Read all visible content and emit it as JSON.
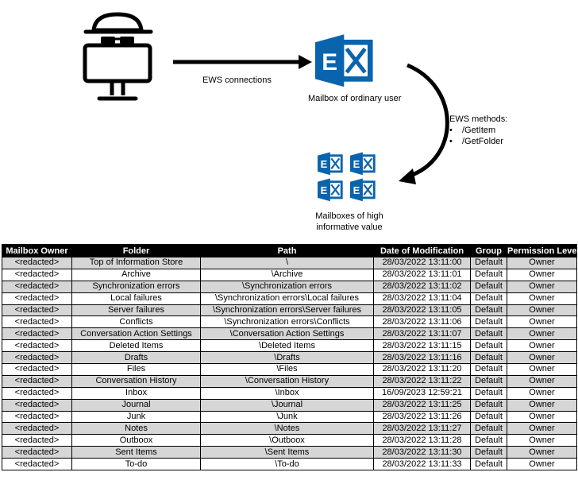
{
  "diagram": {
    "arrow1_label": "EWS connections",
    "mailbox_user_label": "Mailbox of ordinary user",
    "ews_methods_title": "EWS methods:",
    "ews_methods": [
      "/GetItem",
      "/GetFolder"
    ],
    "mailboxes_label_line1": "Mailboxes of high",
    "mailboxes_label_line2": "informative value",
    "exchange_color": "#0a64ad",
    "exchange_letter": "E"
  },
  "table": {
    "headers": [
      "Mailbox Owner",
      "Folder",
      "Path",
      "Date of Modification",
      "Group",
      "Permission Level"
    ],
    "rows": [
      [
        "<redacted>",
        "Top of Information Store",
        "\\",
        "28/03/2022 13:11:00",
        "Default",
        "Owner"
      ],
      [
        "<redacted>",
        "Archive",
        "\\Archive",
        "28/03/2022 13:11:01",
        "Default",
        "Owner"
      ],
      [
        "<redacted>",
        "Synchronization errors",
        "\\Synchronization errors",
        "28/03/2022 13:11:02",
        "Default",
        "Owner"
      ],
      [
        "<redacted>",
        "Local failures",
        "\\Synchronization errors\\Local failures",
        "28/03/2022 13:11:04",
        "Default",
        "Owner"
      ],
      [
        "<redacted>",
        "Server failures",
        "\\Synchronization errors\\Server failures",
        "28/03/2022 13:11:05",
        "Default",
        "Owner"
      ],
      [
        "<redacted>",
        "Conflicts",
        "\\Synchronization errors\\Conflicts",
        "28/03/2022 13:11:06",
        "Default",
        "Owner"
      ],
      [
        "<redacted>",
        "Conversation Action Settings",
        "\\Conversation Action Settings",
        "28/03/2022 13:11:07",
        "Default",
        "Owner"
      ],
      [
        "<redacted>",
        "Deleted Items",
        "\\Deleted Items",
        "28/03/2022 13:11:15",
        "Default",
        "Owner"
      ],
      [
        "<redacted>",
        "Drafts",
        "\\Drafts",
        "28/03/2022 13:11:16",
        "Default",
        "Owner"
      ],
      [
        "<redacted>",
        "Files",
        "\\Files",
        "28/03/2022 13:11:20",
        "Default",
        "Owner"
      ],
      [
        "<redacted>",
        "Conversation History",
        "\\Conversation History",
        "28/03/2022 13:11:22",
        "Default",
        "Owner"
      ],
      [
        "<redacted>",
        "Inbox",
        "\\Inbox",
        "16/09/2023 12:59:21",
        "Default",
        "Owner"
      ],
      [
        "<redacted>",
        "Journal",
        "\\Journal",
        "28/03/2022 13:11:25",
        "Default",
        "Owner"
      ],
      [
        "<redacted>",
        "Junk",
        "\\Junk",
        "28/03/2022 13:11:26",
        "Default",
        "Owner"
      ],
      [
        "<redacted>",
        "Notes",
        "\\Notes",
        "28/03/2022 13:11:27",
        "Default",
        "Owner"
      ],
      [
        "<redacted>",
        "Outboox",
        "\\Outboox",
        "28/03/2022 13:11:28",
        "Default",
        "Owner"
      ],
      [
        "<redacted>",
        "Sent Items",
        "\\Sent Items",
        "28/03/2022 13:11:30",
        "Default",
        "Owner"
      ],
      [
        "<redacted>",
        "To-do",
        "\\To-do",
        "28/03/2022 13:11:33",
        "Default",
        "Owner"
      ]
    ]
  }
}
